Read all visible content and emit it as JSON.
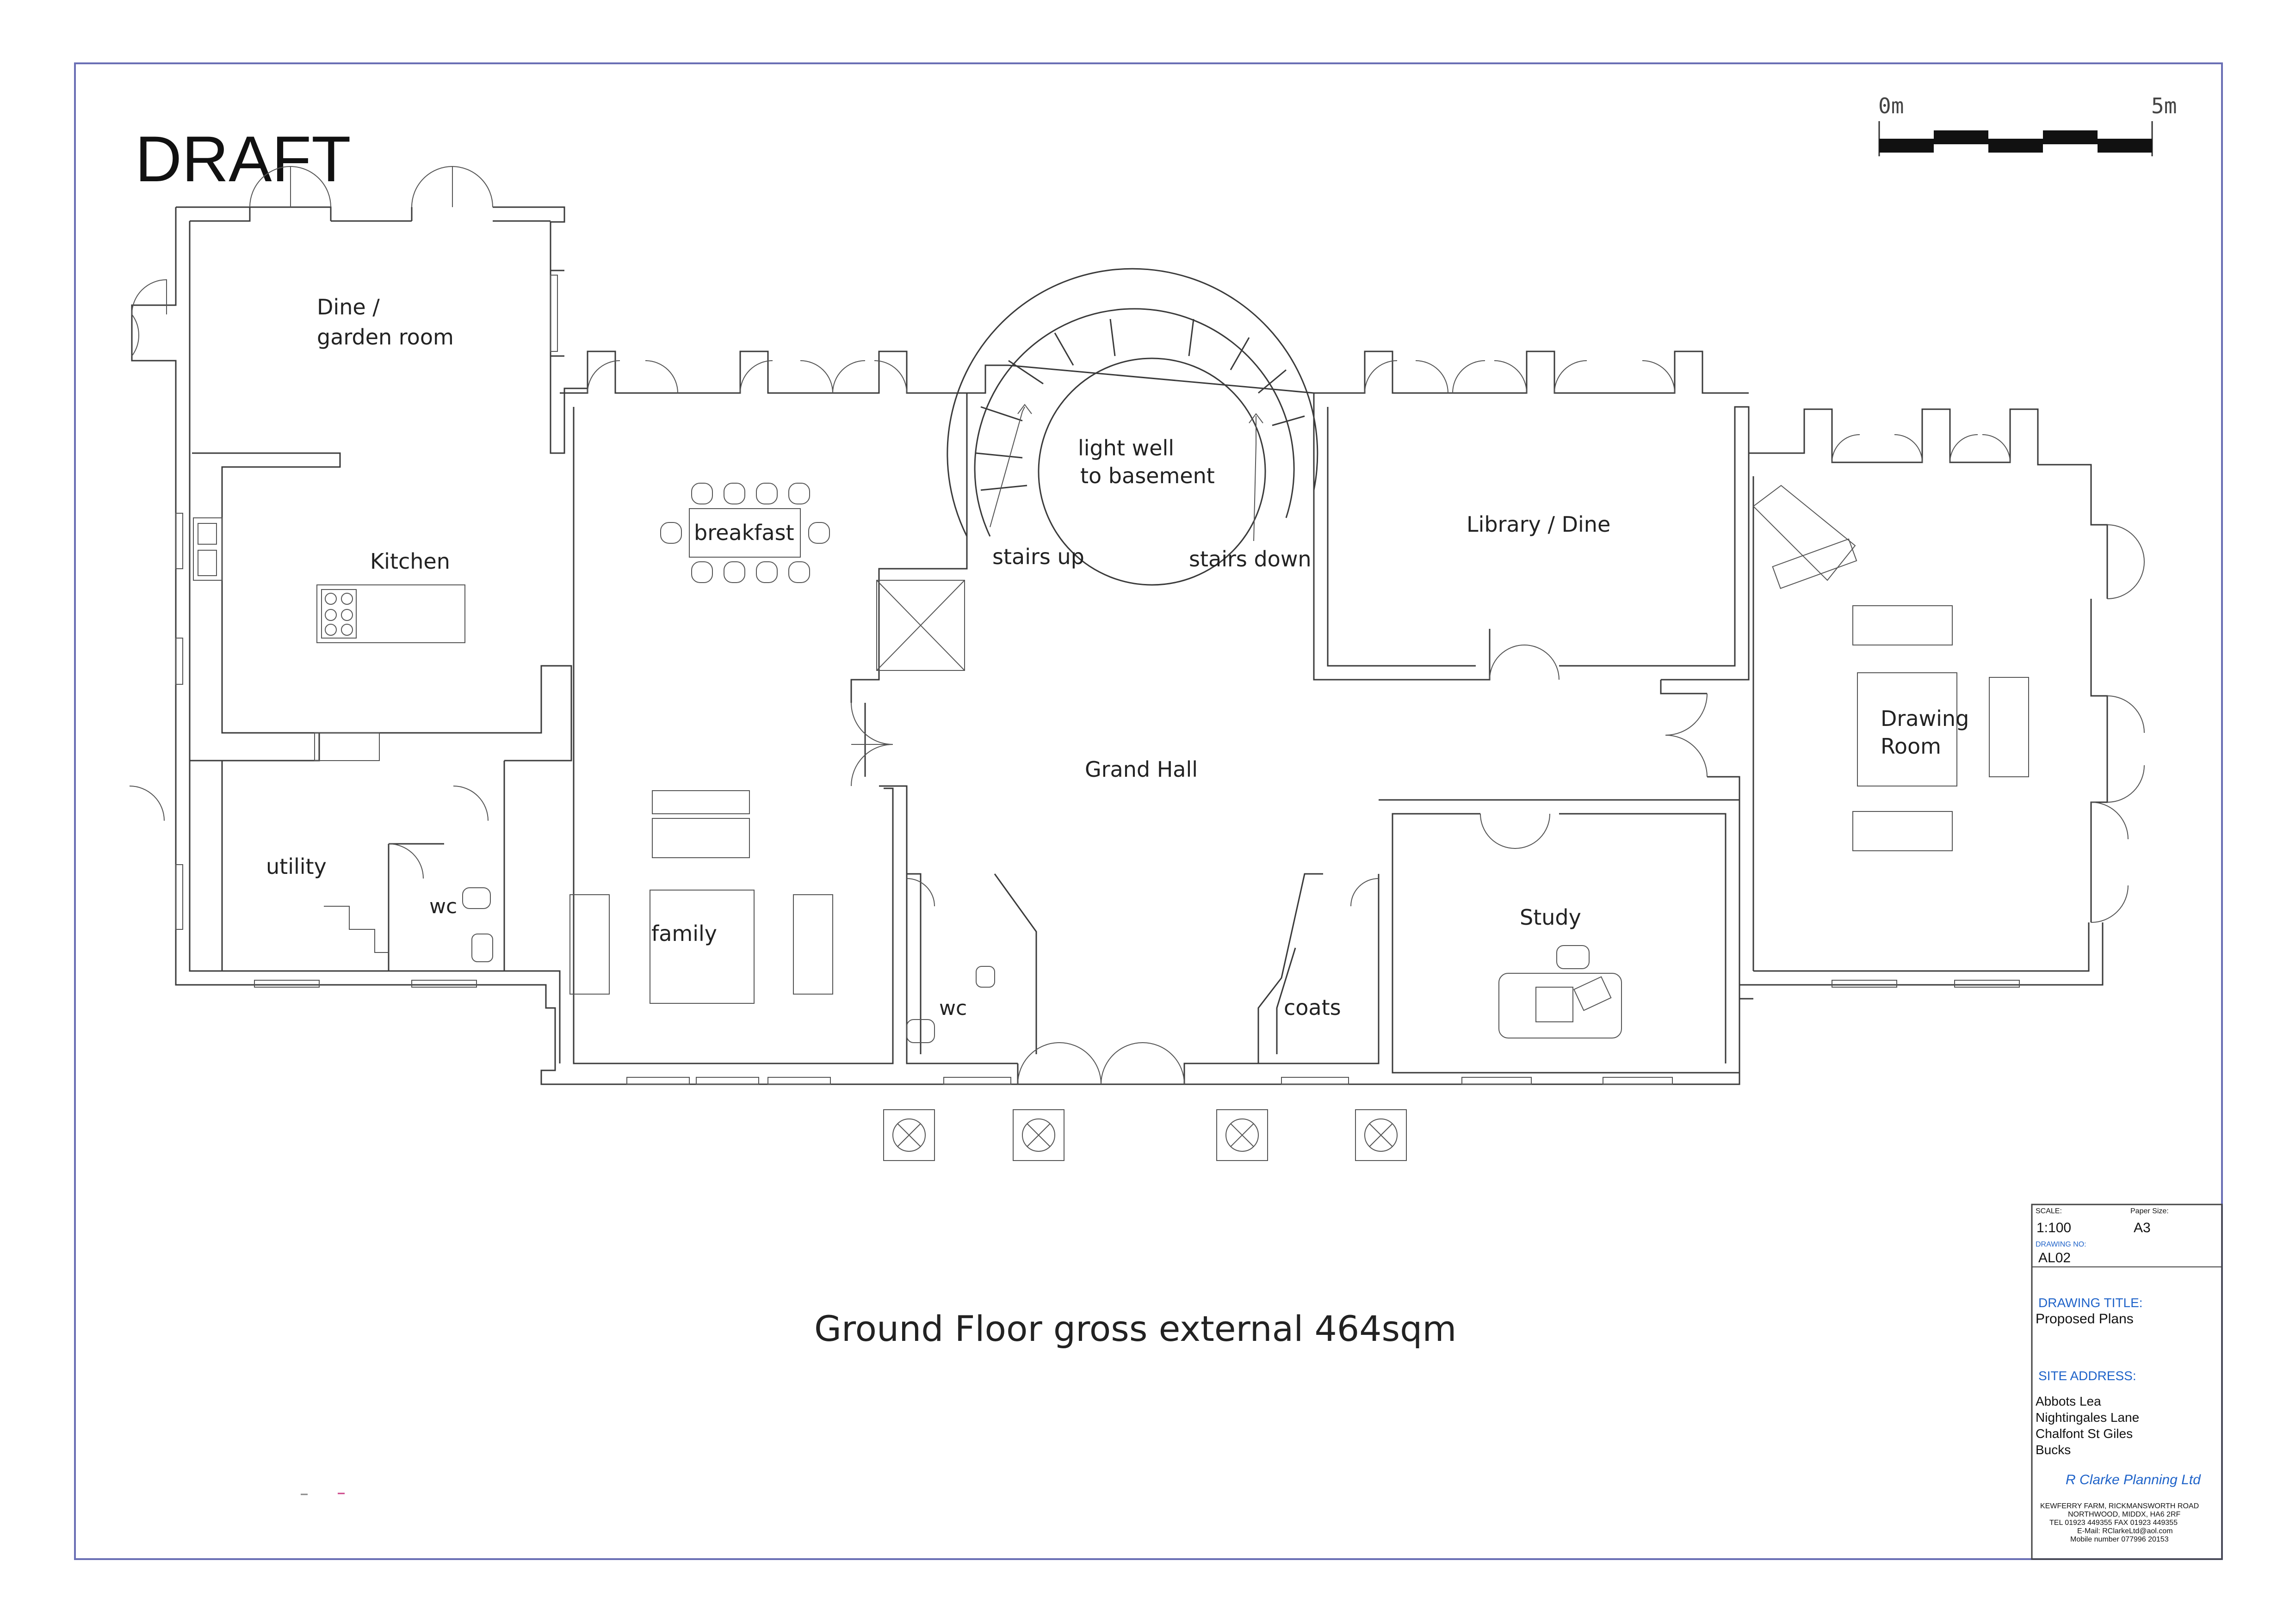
{
  "watermark": "DRAFT",
  "scale_bar": {
    "start_label": "0m",
    "end_label": "5m"
  },
  "rooms": {
    "dine_garden_line1": "Dine /",
    "dine_garden_line2": "garden room",
    "kitchen": "Kitchen",
    "breakfast": "breakfast",
    "light_well_line1": "light well",
    "light_well_line2": "to basement",
    "stairs_up": "stairs up",
    "stairs_down": "stairs down",
    "library": "Library / Dine",
    "drawing_line1": "Drawing",
    "drawing_line2": "Room",
    "grand_hall": "Grand Hall",
    "utility": "utility",
    "wc_left": "wc",
    "family": "family",
    "wc_centre": "wc",
    "coats": "coats",
    "study": "Study"
  },
  "floor_caption": "Ground Floor gross external 464sqm",
  "title_block": {
    "scale_label": "SCALE:",
    "scale_value": "1:100",
    "paper_label": "Paper Size:",
    "paper_value": "A3",
    "drawing_no_label": "DRAWING NO:",
    "drawing_no_value": "AL02",
    "drawing_title_label": "DRAWING TITLE:",
    "drawing_title_value": "Proposed Plans",
    "site_address_label": "SITE ADDRESS:",
    "address": [
      "Abbots Lea",
      "Nightingales Lane",
      "Chalfont St Giles",
      "Bucks"
    ],
    "company": "R Clarke Planning Ltd",
    "company_details": [
      "KEWFERRY FARM, RICKMANSWORTH ROAD",
      "NORTHWOOD, MIDDX, HA6 2RF",
      "TEL 01923 449355        FAX 01923 449355",
      "E-Mail: RClarkeLtd@aol.com",
      "Mobile number 077996 20153"
    ]
  },
  "colors": {
    "line": "#3a3a3a",
    "frame": "#6a6fb5",
    "accent_blue": "#1f63c9"
  }
}
